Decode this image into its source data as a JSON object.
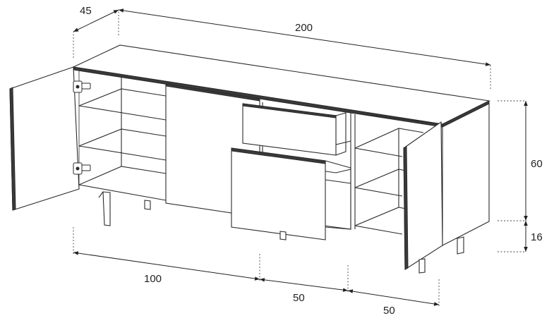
{
  "dimensions": {
    "depth": "45",
    "total_width": "200",
    "body_height": "60",
    "leg_height": "16",
    "left_section": "100",
    "middle_section": "50",
    "right_section": "50"
  },
  "colors": {
    "line": "#2b2b2b",
    "edge": "#3a3a3a",
    "background": "#ffffff"
  }
}
